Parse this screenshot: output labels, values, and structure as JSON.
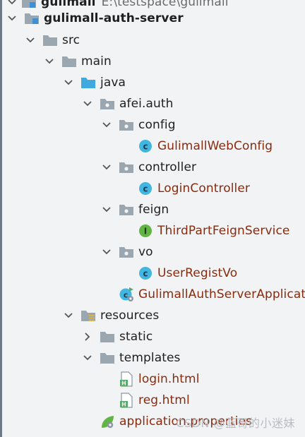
{
  "project": {
    "name": "gulimall",
    "path": "E:\\testspace\\gulimall"
  },
  "module": {
    "name": "gulimall-auth-server"
  },
  "tree": {
    "src": "src",
    "main": "main",
    "java": "java",
    "package": "afei.auth",
    "config": "config",
    "config_class": "GulimallWebConfig",
    "controller": "controller",
    "controller_class": "LoginController",
    "feign": "feign",
    "feign_interface": "ThirdPartFeignService",
    "vo": "vo",
    "vo_class": "UserRegistVo",
    "app_class": "GulimallAuthServerApplication",
    "resources": "resources",
    "static": "static",
    "templates": "templates",
    "login_html": "login.html",
    "reg_html": "reg.html",
    "app_properties": "application.properties"
  },
  "watermark": "CSDN @蓝哥的小迷妹",
  "colors": {
    "folder": "#9aa7b0",
    "source_folder": "#40a9e0",
    "class_icon": "#40b6e0",
    "interface_icon": "#62b543",
    "text_class": "#8a2a0d"
  }
}
